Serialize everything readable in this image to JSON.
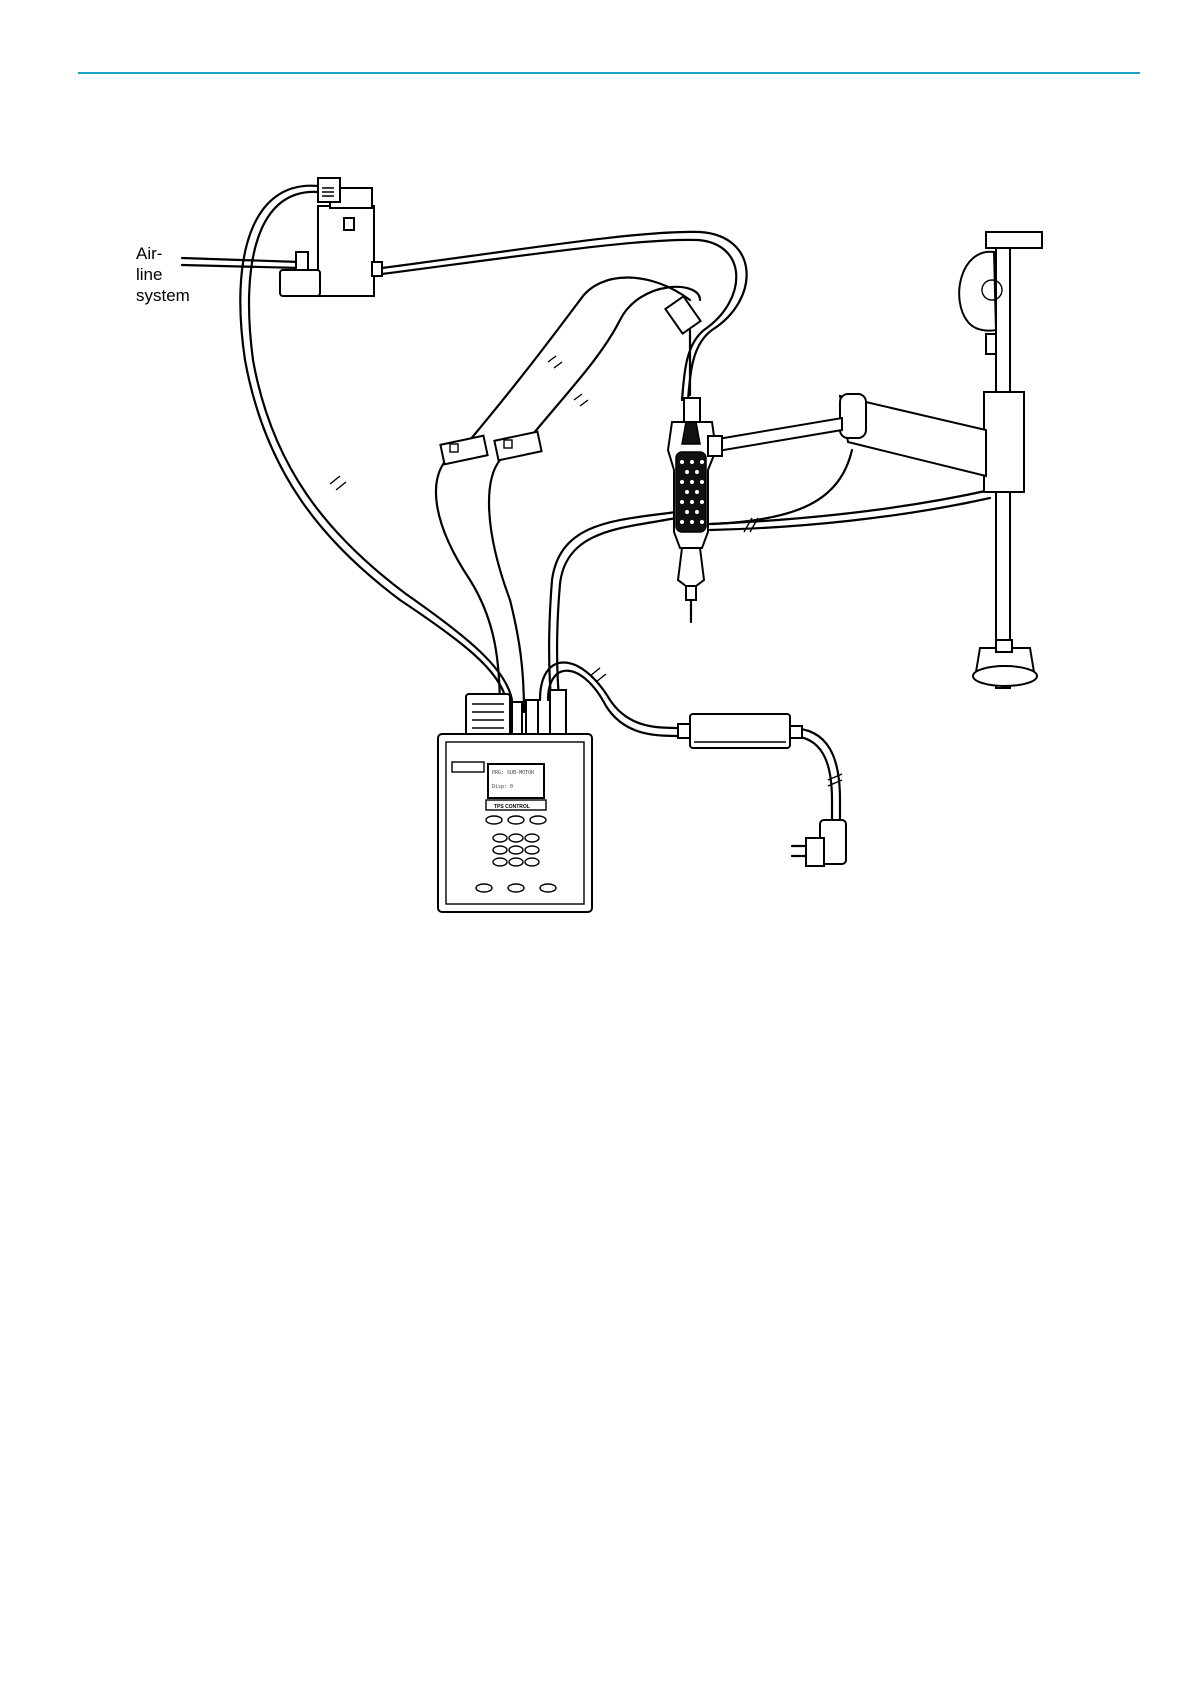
{
  "colors": {
    "accent_rule": "#1aa3bf",
    "ink": "#000000"
  },
  "labels": {
    "airline": "Air-\nline\nsystem"
  },
  "controller": {
    "display_line1": "PRG: SUB-MOTOR",
    "display_line2": "Disp:  0",
    "panel_label": "TPS CONTROL"
  },
  "icons": [
    "valve-icon",
    "screwdriver-icon",
    "torque-arm-icon",
    "controller-icon",
    "power-adapter-icon",
    "power-plug-icon"
  ]
}
